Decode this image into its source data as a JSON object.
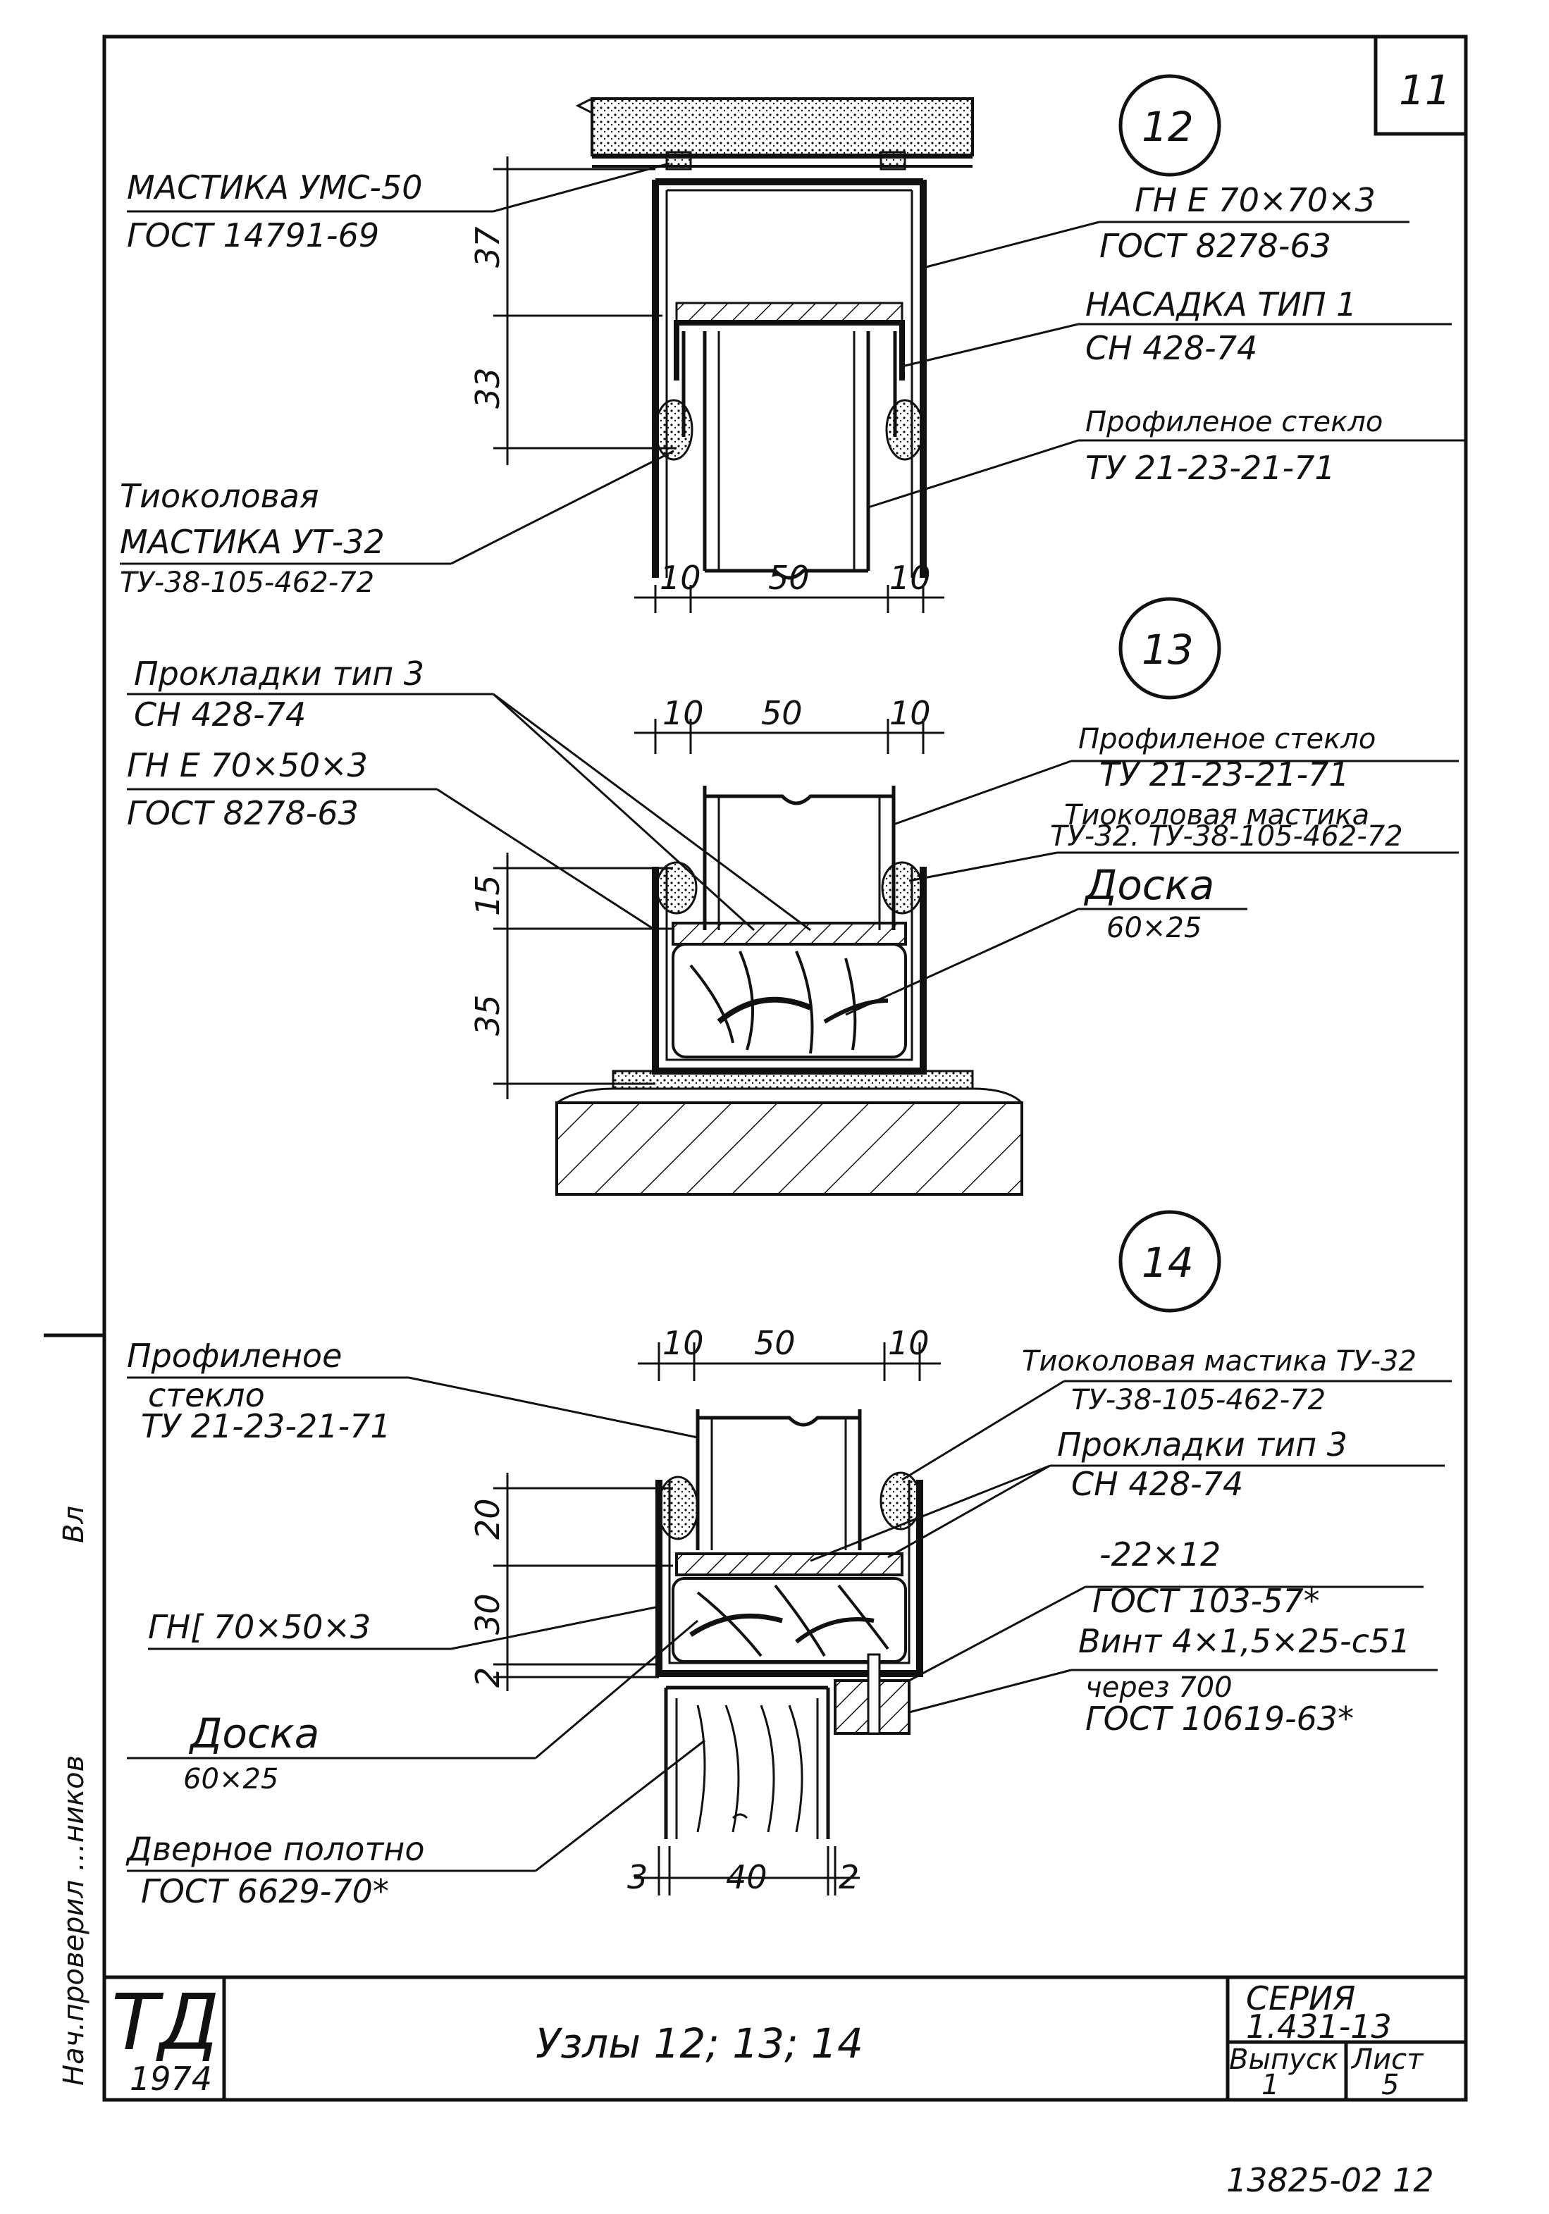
{
  "sheet": {
    "number": "11",
    "stamp": "13825-02 12",
    "title_block": {
      "logo": "ТД",
      "year": "1974",
      "title": "Узлы 12; 13; 14",
      "series_label": "СЕРИЯ",
      "series_value": "1.431-13",
      "issue_label": "Выпуск",
      "issue_value": "1",
      "sheet_label": "Лист",
      "sheet_value": "5",
      "side_caption": "Нач.проверил   …ников",
      "side_caption_2": "Вл"
    }
  },
  "node12": {
    "mark": "12",
    "labels": {
      "mastic_umc": "МАСТИКА УМС-50",
      "mastic_umc_gost": "ГОСТ 14791-69",
      "profile": "ГН Е 70×70×3",
      "profile_gost": "ГОСТ 8278-63",
      "nozzle": "НАСАДКА ТИП 1",
      "nozzle_sn": "СН 428-74",
      "glass": "Профиленое стекло",
      "glass_tu": "ТУ 21-23-21-71",
      "thiokol": "Тиоколовая",
      "thiokol_mastic": "МАСТИКА УТ-32",
      "thiokol_tu": "ТУ-38-105-462-72"
    },
    "dims": {
      "top": "37",
      "mid": "33",
      "left": "10",
      "center": "50",
      "right": "10"
    }
  },
  "node13": {
    "mark": "13",
    "labels": {
      "gaskets": "Прокладки тип 3",
      "gaskets_sn": "СН 428-74",
      "profile": "ГН Е 70×50×3",
      "profile_gost": "ГОСТ 8278-63",
      "glass": "Профиленое стекло",
      "glass_tu": "ТУ 21-23-21-71",
      "thiokol": "Тиоколовая мастика",
      "thiokol_tu": "ТУ-32. ТУ-38-105-462-72",
      "board": "Доска",
      "board_size": "60×25"
    },
    "dims": {
      "left": "10",
      "center": "50",
      "right": "10",
      "upper": "15",
      "lower": "35"
    }
  },
  "node14": {
    "mark": "14",
    "labels": {
      "glass": "Профиленое",
      "glass_2": "стекло",
      "glass_tu": "ТУ 21-23-21-71",
      "thiokol": "Тиоколовая мастика ТУ-32",
      "thiokol_tu": "ТУ-38-105-462-72",
      "gaskets": "Прокладки тип 3",
      "gaskets_sn": "СН 428-74",
      "strip": "-22×12",
      "strip_gost": "ГОСТ 103-57*",
      "screw": "Винт 4×1,5×25-с51",
      "screw_2": "через 700",
      "screw_gost": "ГОСТ 10619-63*",
      "profile": "ГН[ 70×50×3",
      "board": "Доска",
      "board_size": "60×25",
      "door": "Дверное полотно",
      "door_gost": "ГОСТ 6629-70*"
    },
    "dims": {
      "left": "10",
      "center": "50",
      "right": "10",
      "d20": "20",
      "d30": "30",
      "d2": "2",
      "b3": "3",
      "b40": "40",
      "b2": "2"
    }
  }
}
